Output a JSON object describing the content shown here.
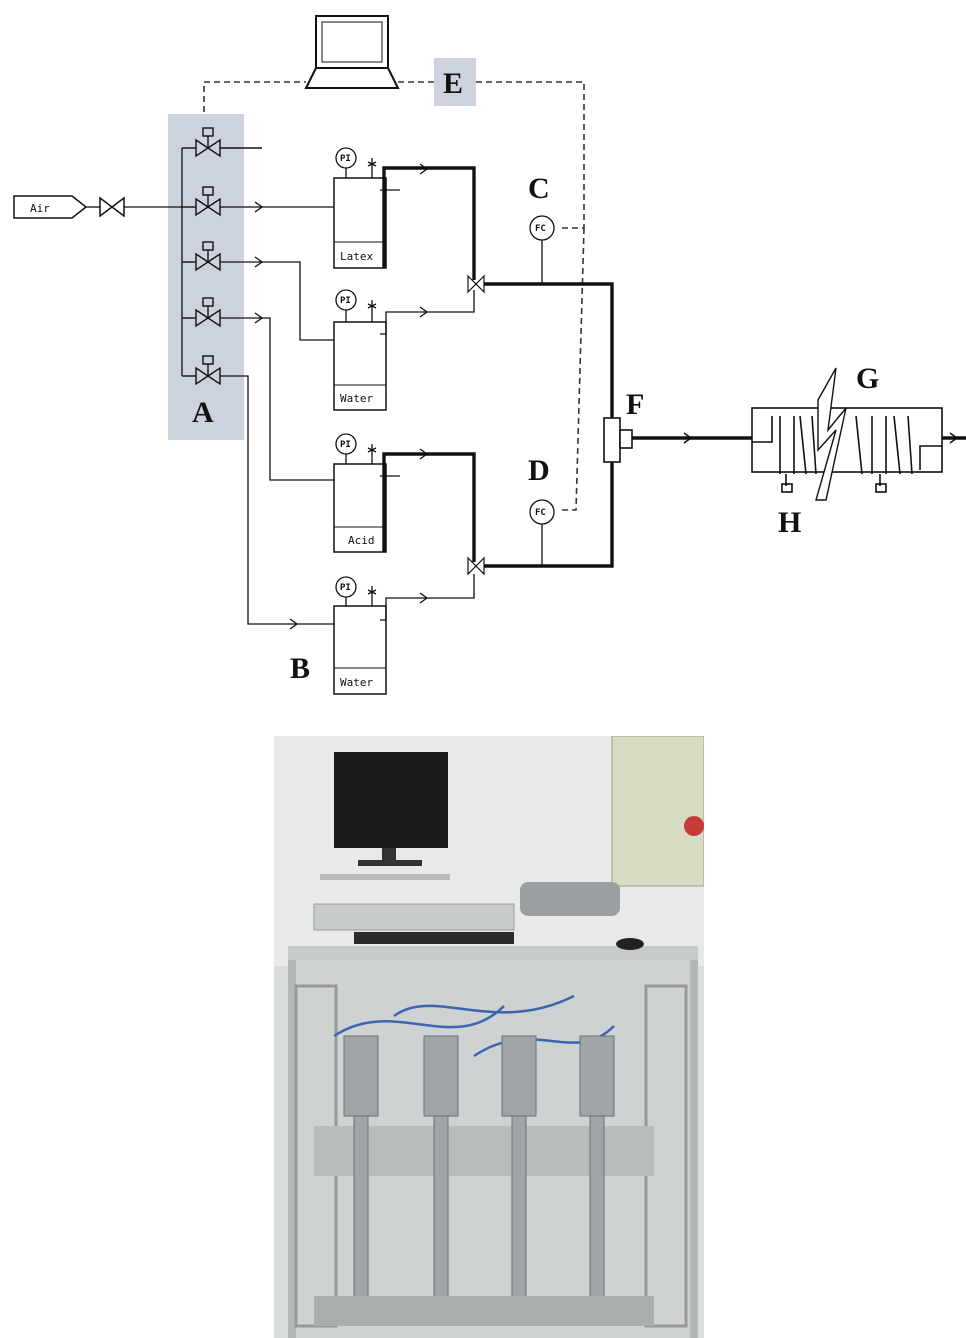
{
  "labels": {
    "A": "A",
    "B": "B",
    "C": "C",
    "D": "D",
    "E": "E",
    "F": "F",
    "G": "G",
    "H": "H"
  },
  "air_source": "Air",
  "tanks": [
    "Latex",
    "Water",
    "Acid",
    "Water"
  ],
  "instruments": {
    "pressure_indicator": "PI",
    "flow_controller": "FC"
  },
  "icons": {
    "computer": "laptop-icon",
    "valve": "solenoid-valve-icon",
    "three_way_valve": "three-way-valve-icon"
  },
  "colors": {
    "highlight": "#ccd3de",
    "line": "#111111"
  }
}
